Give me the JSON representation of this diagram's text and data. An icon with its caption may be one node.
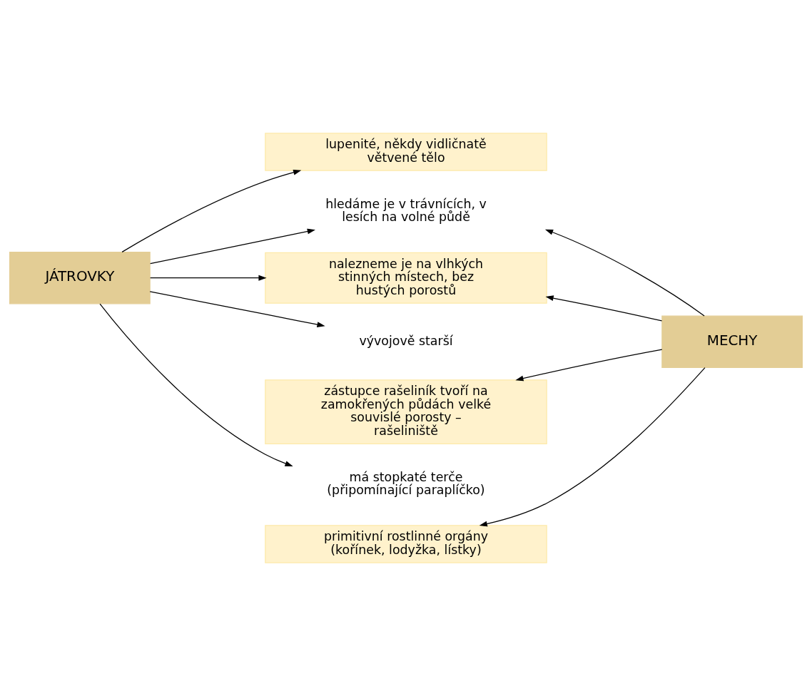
{
  "diagram": {
    "nodes": [
      {
        "text": [
          "JÁTROVKY"
        ]
      },
      {
        "text": [
          "MECHY"
        ]
      },
      {
        "text": [
          "lupenité, někdy vidličnatě větvené tělo"
        ]
      },
      {
        "text": [
          "hledáme je v trávnících, v lesích na volné půdě"
        ]
      },
      {
        "text": [
          "nalezneme je na vlhkých stinných místech, bez hustých porostů"
        ]
      },
      {
        "text": [
          "vývojově starší"
        ]
      },
      {
        "text": [
          "zástupce rašeliník tvoří na zamokřených půdách velké souvislé porosty – rašeliniště"
        ]
      },
      {
        "text": [
          "má stopkaté terče (připomínající paraplíčko)"
        ]
      },
      {
        "text": [
          "primitivní rostlinné orgány (kořínek, lodyžka, lístky)"
        ]
      }
    ],
    "edges": [
      {
        "from": 0,
        "to": 2,
        "arrow": "to"
      },
      {
        "from": 0,
        "to": 3,
        "arrow": "to"
      },
      {
        "from": 0,
        "to": 4,
        "arrow": "to"
      },
      {
        "from": 0,
        "to": 5,
        "arrow": "to"
      },
      {
        "from": 0,
        "to": 7,
        "arrow": "to"
      },
      {
        "from": 1,
        "to": 3,
        "arrow": "to"
      },
      {
        "from": 1,
        "to": 4,
        "arrow": "to"
      },
      {
        "from": 1,
        "to": 6,
        "arrow": "to"
      },
      {
        "from": 1,
        "to": 8,
        "arrow": "to"
      }
    ]
  }
}
